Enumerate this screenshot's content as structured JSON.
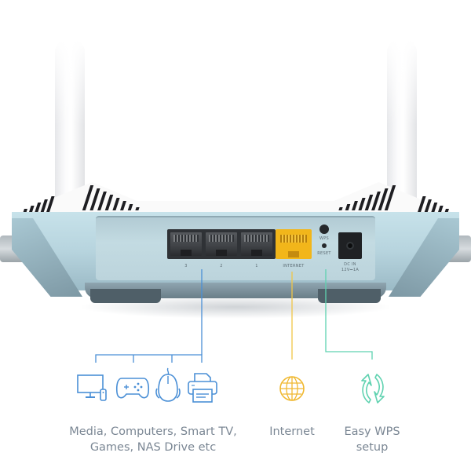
{
  "image": {
    "subject": "Wi-Fi router rear panel infographic",
    "background_color": "#ffffff"
  },
  "router": {
    "ports": {
      "lan": [
        {
          "label": "3"
        },
        {
          "label": "2"
        },
        {
          "label": "1"
        }
      ],
      "internet": {
        "label": "INTERNET",
        "color": "#f2b61a"
      },
      "wps": {
        "label": "WPS"
      },
      "reset": {
        "label": "RESET"
      },
      "power": {
        "label_line1": "DC IN",
        "label_line2": "12V⎓1A"
      }
    },
    "body_color": "#bcd7e0",
    "antenna_color": "#f4f5f6"
  },
  "callouts": [
    {
      "id": "lan",
      "line_color": "#4a8fd6",
      "icons": [
        "tv-icon",
        "gamepad-icon",
        "headset-mouse-icon",
        "printer-icon"
      ],
      "icon_color": "#4a8fd6",
      "caption_line1": "Media, Computers, Smart TV,",
      "caption_line2": "Games, NAS Drive etc"
    },
    {
      "id": "internet",
      "line_color": "#f0c646",
      "icons": [
        "globe-icon"
      ],
      "icon_color": "#f0b830",
      "caption_line1": "Internet",
      "caption_line2": ""
    },
    {
      "id": "wps",
      "line_color": "#5fd2b0",
      "icons": [
        "sync-arrows-icon"
      ],
      "icon_color": "#5fd2b0",
      "caption_line1": "Easy WPS",
      "caption_line2": "setup"
    }
  ],
  "caption_color": "#7b8794"
}
